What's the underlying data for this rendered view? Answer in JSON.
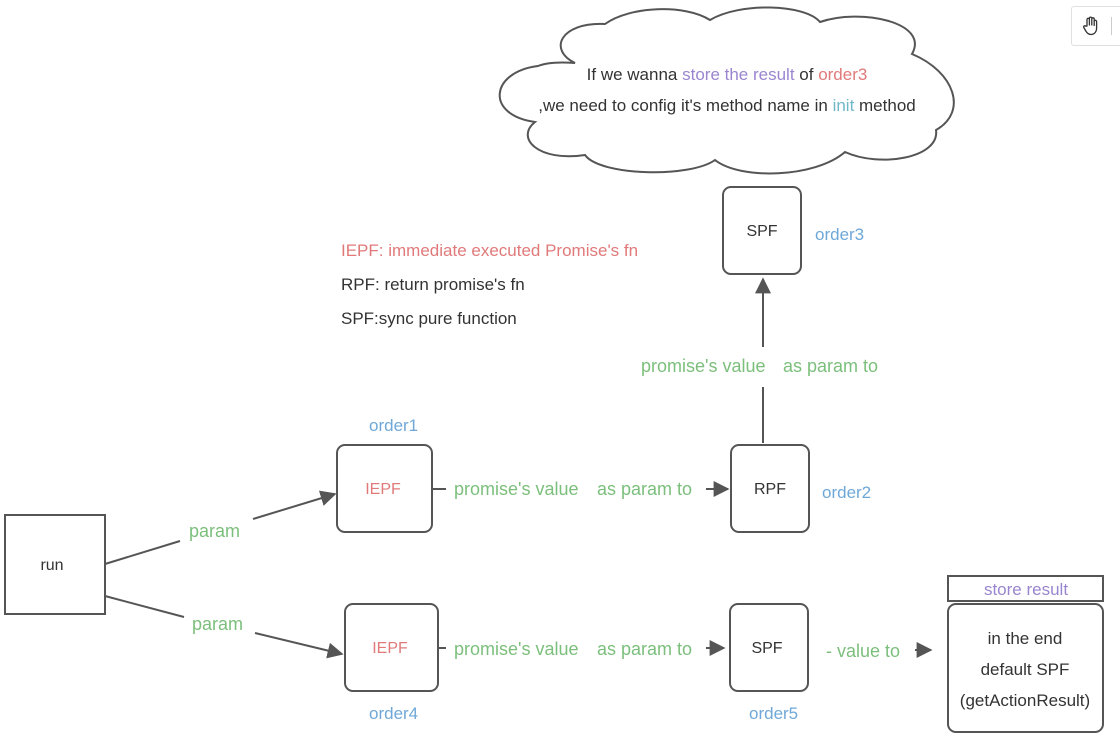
{
  "cloud": {
    "line1": [
      {
        "text": "If we wanna ",
        "color": "dark"
      },
      {
        "text": "store the result",
        "color": "purple"
      },
      {
        "text": " of ",
        "color": "dark"
      },
      {
        "text": "order3",
        "color": "red"
      }
    ],
    "line2": [
      {
        "text": ",we need to config it's method name in ",
        "color": "dark"
      },
      {
        "text": "init",
        "color": "cyan"
      },
      {
        "text": " method",
        "color": "dark"
      }
    ]
  },
  "legend": {
    "iepf": "IEPF: immediate executed Promise's fn",
    "rpf": "RPF: return promise's fn",
    "spf": "SPF:sync pure function"
  },
  "nodes": {
    "run": "run",
    "order1_box": "IEPF",
    "order2_box": "RPF",
    "order3_box": "SPF",
    "order4_box": "IEPF",
    "order5_box": "SPF"
  },
  "orders": {
    "order1": "order1",
    "order2": "order2",
    "order3": "order3",
    "order4": "order4",
    "order5": "order5"
  },
  "edges": {
    "param_top": "param",
    "param_bottom": "param",
    "pv_top_a": "promise's value",
    "pv_top_b": "as param to",
    "pv_vertical_a": "promise's value",
    "pv_vertical_b": "as param to",
    "pv_bottom_a": "promise's value",
    "pv_bottom_b": "as param to",
    "value_to": "- value to"
  },
  "result": {
    "header": "store result",
    "line1": "in the end",
    "line2": "default SPF",
    "line3": "(getActionResult)"
  },
  "toolbar": {
    "icon": "hand-icon"
  },
  "colors": {
    "green": "#7cbf7c",
    "blue": "#6fa8d8",
    "red": "#e07a7a",
    "purple": "#9a86cf",
    "cyan": "#6fb8c9",
    "stroke": "#555555"
  }
}
